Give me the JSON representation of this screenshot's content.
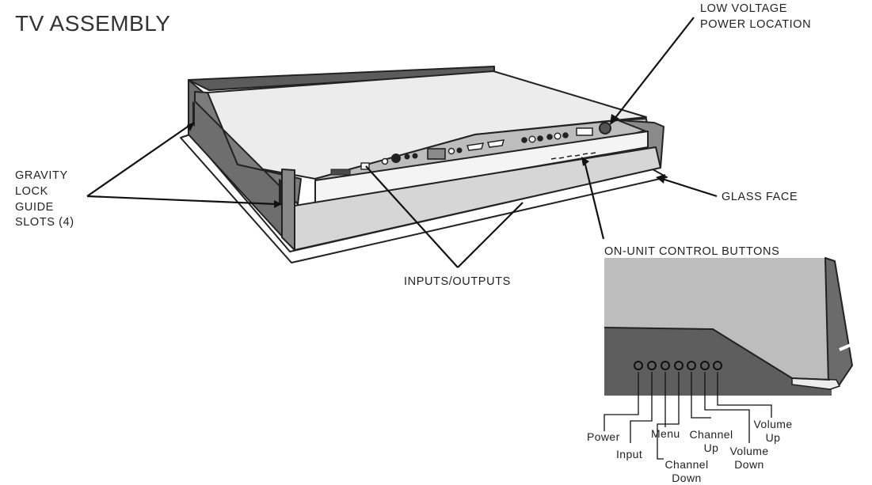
{
  "title": "TV ASSEMBLY",
  "labels": {
    "low_voltage_1": "LOW VOLTAGE",
    "low_voltage_2": "POWER LOCATION",
    "gravity_1": "GRAVITY",
    "gravity_2": "LOCK",
    "gravity_3": "GUIDE",
    "gravity_4": "SLOTS (4)",
    "glass_face": "GLASS FACE",
    "inputs_outputs": "INPUTS/OUTPUTS",
    "control_buttons": "ON-UNIT CONTROL BUTTONS"
  },
  "buttons": {
    "power": "Power",
    "input": "Input",
    "menu": "Menu",
    "channel_down_1": "Channel",
    "channel_down_2": "Down",
    "channel_up_1": "Channel",
    "channel_up_2": "Up",
    "volume_down_1": "Volume",
    "volume_down_2": "Down",
    "volume_up_1": "Volume",
    "volume_up_2": "Up"
  }
}
